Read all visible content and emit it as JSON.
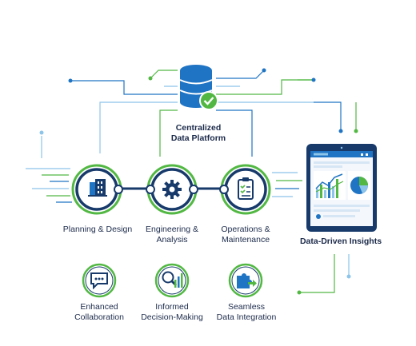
{
  "platform": {
    "label_line1": "Centralized",
    "label_line2": "Data Platform"
  },
  "stages": [
    {
      "line1": "Planning & Design",
      "line2": "",
      "icon": "building-icon"
    },
    {
      "line1": "Engineering &",
      "line2": "Analysis",
      "icon": "gear-icon"
    },
    {
      "line1": "Operations &",
      "line2": "Maintenance",
      "icon": "clipboard-checklist-icon"
    }
  ],
  "benefits": [
    {
      "line1": "Enhanced",
      "line2": "Collaboration",
      "icon": "chat-bubble-icon"
    },
    {
      "line1": "Informed",
      "line2": "Decision-Making",
      "icon": "magnifier-chart-icon"
    },
    {
      "line1": "Seamless",
      "line2": "Data Integration",
      "icon": "puzzle-piece-icon"
    }
  ],
  "insights": {
    "label": "Data-Driven Insights",
    "device": "tablet-dashboard-icon"
  },
  "colors": {
    "navy": "#173a6b",
    "blue": "#1f74c4",
    "green": "#52b843",
    "light_blue": "#8cc4ea"
  }
}
